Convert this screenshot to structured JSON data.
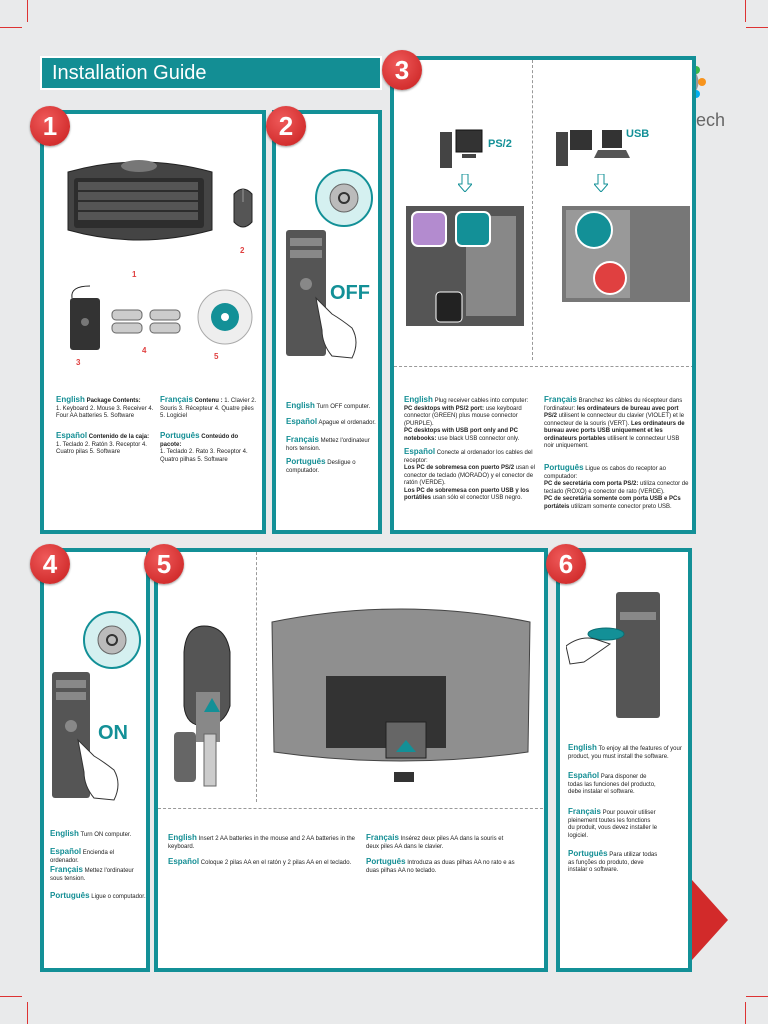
{
  "header": {
    "title": "Installation Guide",
    "brand": "Logitech"
  },
  "steps": {
    "s1": {
      "num": "1",
      "labels": [
        "1",
        "2",
        "3",
        "4",
        "5"
      ],
      "english_head": "English",
      "english_bold": "Package Contents:",
      "english_text": "1. Keyboard  2. Mouse  3. Receiver 4. Four AA batteries  5. Software",
      "espanol_head": "Español",
      "espanol_bold": "Contenido de la caja:",
      "espanol_text": "1. Teclado  2. Ratón  3. Receptor 4. Cuatro pilas  5. Software",
      "francais_head": "Français",
      "francais_bold": "Contenu :",
      "francais_text": "1. Clavier 2. Souris  3. Récepteur  4. Quatre piles 5. Logiciel",
      "portugues_head": "Português",
      "portugues_bold": "Conteúdo do pacote:",
      "portugues_text": "1. Teclado  2. Rato  3. Receptor 4. Quatro pilhas  5. Software"
    },
    "s2": {
      "num": "2",
      "word": "OFF",
      "english_head": "English",
      "english_text": "Turn OFF computer.",
      "espanol_head": "Español",
      "espanol_text": "Apague el ordenador.",
      "francais_head": "Français",
      "francais_text": "Mettez l'ordinateur hors tension.",
      "portugues_head": "Português",
      "portugues_text": "Desligue o computador."
    },
    "s3": {
      "num": "3",
      "label_ps2": "PS/2",
      "label_usb": "USB",
      "english_head": "English",
      "english_text": "Plug receiver cables into computer:",
      "english_b1": "PC desktops with PS/2 port:",
      "english_t1": "use keyboard connector (GREEN) plus mouse connector (PURPLE).",
      "english_b2": "PC desktops with USB port only and PC notebooks:",
      "english_t2": "use black USB connector only.",
      "espanol_head": "Español",
      "espanol_text": "Conecte al ordenador los cables del receptor:",
      "espanol_b1": "Los PC de sobremesa con puerto PS/2",
      "espanol_t1": "usan el conector de teclado (MORADO) y el conector de ratón (VERDE).",
      "espanol_b2": "Los PC de sobremesa con puerto USB y los portátiles",
      "espanol_t2": "usan sólo el conector USB negro.",
      "francais_head": "Français",
      "francais_text": "Branchez les câbles du récepteur dans l'ordinateur:",
      "francais_b1": "les ordinateurs de bureau avec port PS/2",
      "francais_t1": "utilisent le connecteur du clavier (VIOLET) et le connecteur de la souris (VERT).",
      "francais_b2": "Les ordinateurs de bureau avec ports USB uniquement et les ordinateurs portables",
      "francais_t2": "utilisent le connecteur USB noir uniquement.",
      "portugues_head": "Português",
      "portugues_text": "Ligue os cabos do receptor ao computador:",
      "portugues_b1": "PC de secretária com porta PS/2:",
      "portugues_t1": "utiliza conector de teclado (ROXO) e conector de rato (VERDE).",
      "portugues_b2": "PC de secretária somente com porta USB e PCs portáteis",
      "portugues_t2": "utilizam somente conector preto USB."
    },
    "s4": {
      "num": "4",
      "word": "ON",
      "english_head": "English",
      "english_text": "Turn ON computer.",
      "espanol_head": "Español",
      "espanol_text": "Encienda el ordenador.",
      "francais_head": "Français",
      "francais_text": "Mettez l'ordinateur sous tension.",
      "portugues_head": "Português",
      "portugues_text": "Ligue o computador."
    },
    "s5": {
      "num": "5",
      "english_head": "English",
      "english_text": "Insert 2 AA batteries in the mouse and 2 AA batteries in the keyboard.",
      "espanol_head": "Español",
      "espanol_text": "Coloque 2 pilas AA en el ratón y 2 pilas AA en el teclado.",
      "francais_head": "Français",
      "francais_text": "Insérez deux piles AA dans la souris et deux piles AA dans le clavier.",
      "portugues_head": "Português",
      "portugues_text": "Introduza as duas pilhas AA no rato e as duas pilhas AA no teclado."
    },
    "s6": {
      "num": "6",
      "english_head": "English",
      "english_text": "To enjoy all the features of your product, you must install the software.",
      "espanol_head": "Español",
      "espanol_text": "Para disponer de todas las funciones del producto, debe instalar el software.",
      "francais_head": "Français",
      "francais_text": "Pour pouvoir utiliser pleinement toutes les fonctions du produit, vous devez installer le logiciel.",
      "portugues_head": "Português",
      "portugues_text": "Para utilizar todas as funções do produto, deve instalar o software."
    }
  },
  "icons": [
    "keyboard-icon",
    "mouse-icon",
    "receiver-icon",
    "batteries-icon",
    "cd-icon",
    "power-button-icon",
    "pc-tower-icon",
    "monitor-icon",
    "laptop-icon",
    "arrow-down-icon",
    "next-page-arrow-icon"
  ],
  "colors": {
    "teal": "#139097",
    "red": "#d22a2a",
    "bg": "#e9eaeb"
  }
}
